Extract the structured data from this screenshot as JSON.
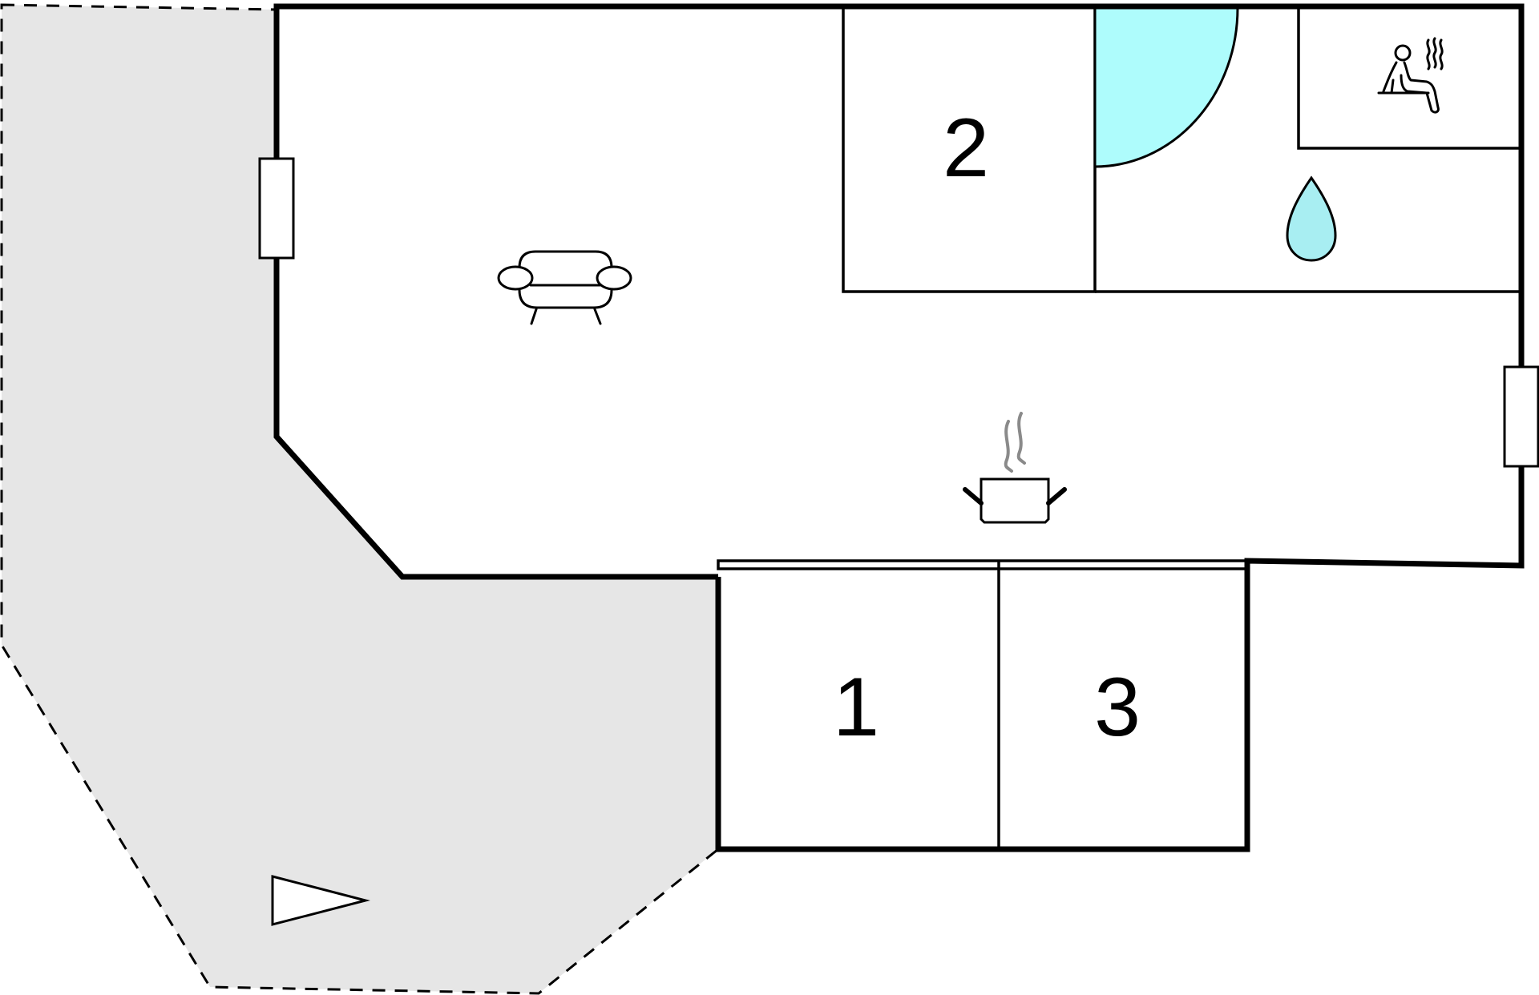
{
  "rooms": [
    {
      "id": "bedroom-1",
      "label": "1"
    },
    {
      "id": "bedroom-2",
      "label": "2"
    },
    {
      "id": "bedroom-3",
      "label": "3"
    }
  ],
  "icons": {
    "living_room": "sofa-icon",
    "kitchen": "cooking-pot-icon",
    "bathroom": "water-drop-icon",
    "sauna": "sauna-icon",
    "terrace_entrance": "entrance-arrow-icon"
  },
  "colors": {
    "wall": "#000000",
    "terrace_fill": "#e6e6e6",
    "shower_fill": "#aefcfc",
    "water_fill": "#a8eef2",
    "steam": "#8a8a8a"
  }
}
